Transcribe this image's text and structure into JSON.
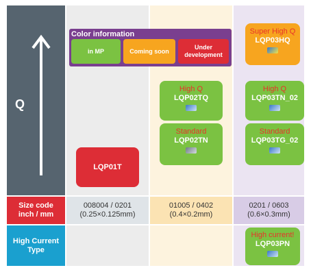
{
  "axis": {
    "label": "Q"
  },
  "legend": {
    "title": "Color information",
    "items": [
      {
        "label": "in MP",
        "color": "#7bc242"
      },
      {
        "label": "Coming soon",
        "color": "#f7a51f"
      },
      {
        "label": "Under development",
        "color": "#dd2d36"
      }
    ]
  },
  "chips": {
    "lqp01t": {
      "pn": "LQP01T"
    },
    "lqp02tq": {
      "grade": "High Q",
      "pn": "LQP02TQ"
    },
    "lqp02tn": {
      "grade": "Standard",
      "pn": "LQP02TN"
    },
    "lqp03hq": {
      "grade": "Super High Q",
      "pn": "LQP03HQ"
    },
    "lqp03tn02": {
      "grade": "High Q",
      "pn": "LQP03TN_02"
    },
    "lqp03tg02": {
      "grade": "Standard",
      "pn": "LQP03TG_02"
    },
    "lqp03pn": {
      "grade": "High current!",
      "pn": "LQP03PN"
    }
  },
  "size_row": {
    "header_line1": "Size code",
    "header_line2": "inch / mm",
    "cells": [
      {
        "code": "008004 / 0201",
        "dims": "(0.25×0.125mm)"
      },
      {
        "code": "01005 / 0402",
        "dims": "(0.4×0.2mm)"
      },
      {
        "code": "0201 / 0603",
        "dims": "(0.6×0.3mm)"
      }
    ]
  },
  "high_current_row": {
    "header_line1": "High Current",
    "header_line2": "Type"
  },
  "colors": {
    "axis_column": "#56646f",
    "col1_bg": "#ececec",
    "col2_bg": "#fdf3de",
    "col3_bg": "#ebe4f2",
    "size_header": "#dd2d36",
    "high_current_header": "#1aa0cf",
    "legend_bg": "#7a3f8f"
  }
}
